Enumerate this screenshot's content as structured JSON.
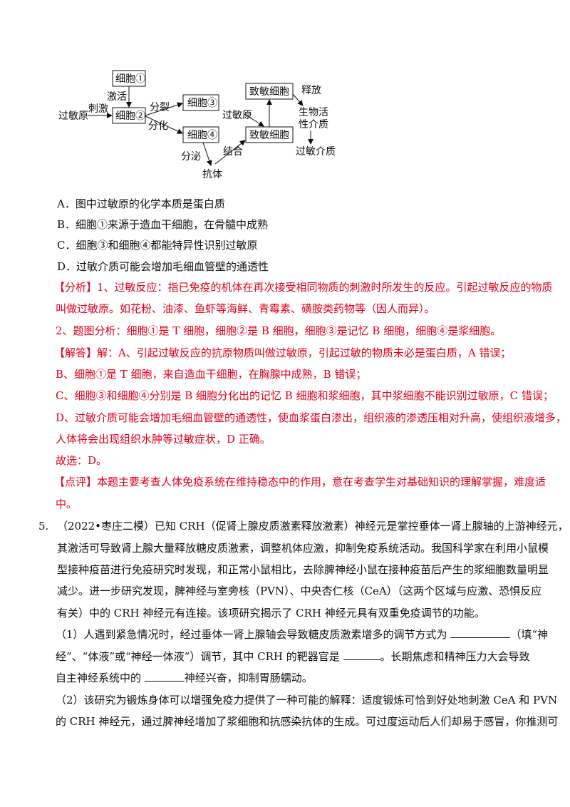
{
  "diagram": {
    "cell1": "细胞①",
    "cell2": "细胞②",
    "cell3": "细胞③",
    "cell4": "细胞④",
    "sensitized_top": "致敏细胞",
    "sensitized_bottom": "致敏细胞",
    "antigen_left": "过敏原",
    "antigen_mid": "过敏原",
    "stimulate": "刺激",
    "activate": "激活",
    "divide": "分裂",
    "differentiate": "分化",
    "secrete": "分泌",
    "bind": "结合",
    "antibody": "抗体",
    "release": "释放",
    "bio_active_1": "生物活",
    "bio_active_2": "性介质",
    "allergic_mediator": "过敏介质"
  },
  "options": {
    "A": "A．图中过敏原的化学本质是蛋白质",
    "B": "B．细胞①来源于造血干细胞，在骨髓中成熟",
    "C": "C．细胞③和细胞④都能特异性识别过敏原",
    "D": "D．过敏介质可能会增加毛细血管壁的通透性"
  },
  "analysis": {
    "l1": "【分析】1、过敏反应：指已免疫的机体在再次接受相同物质的刺激时所发生的反应。引起过敏反应的物质",
    "l2": "叫做过敏原。如花粉、油漆、鱼虾等海鲜、青霉素、磺胺类药物等（因人而异）。",
    "l3": "2、题图分析：细胞①是 T 细胞，细胞②是 B 细胞，细胞③是记忆 B 细胞，细胞④是浆细胞。",
    "l4": "【解答】解：A、引起过敏反应的抗原物质叫做过敏原，引起过敏的物质未必是蛋白质，A 错误；",
    "l5": "B、细胞①是 T 细胞，来自造血干细胞，在胸腺中成熟，B 错误；",
    "l6": "C、细胞③和细胞④分别是 B 细胞分化出的记忆 B 细胞和浆细胞，其中浆细胞不能识别过敏原，C 错误；",
    "l7": "D、过敏介质可能会增加毛细血管壁的通透性，使血浆蛋白渗出，组织液的渗透压相对升高，使组织液增多，",
    "l8": "人体将会出现组织水肿等过敏症状，D 正确。",
    "l9": "故选：D。",
    "l10": "【点评】本题主要考查人体免疫系统在维持稳态中的作用，意在考查学生对基础知识的理解掌握，难度适",
    "l11": "中。"
  },
  "q5": {
    "num": "5.",
    "l1": "（2022•枣庄二模）已知 CRH（促肾上腺皮质激素释放激素）神经元是掌控垂体一肾上腺轴的上游神经元，",
    "l2": "其激活可导致肾上腺大量释放糖皮质激素，调整机体应激，抑制免疫系统活动。我国科学家在利用小鼠模",
    "l3": "型接种疫苗进行免疫研究时发现，和正常小鼠相比，去除脾神经小鼠在接种疫苗后产生的浆细胞数量明显",
    "l4": "减少。进一步研究发现，脾神经与室旁核（PVN）、中央杏仁核（CeA）（这两个区域与应激、恐惧反应",
    "l5": "有关）中的 CRH 神经元有连接。该项研究揭示了 CRH 神经元具有双重免疫调节的功能。",
    "p1_a": "（1）人遇到紧急情况时，经过垂体一肾上腺轴会导致糖皮质激素增多的调节方式为 ",
    "p1_b": "（填“神",
    "p1_c": "经”、“体液”或“神经一体液”）调节，其中 CRH 的靶器官是 ",
    "p1_d": "。长期焦虑和精神压力大会导致",
    "p1_e": "自主神经系统中的 ",
    "p1_f": "神经兴奋，抑制胃肠蠕动。",
    "p2_a": "（2）该研究为锻炼身体可以增强免疫力提供了一种可能的解释：适度锻炼可恰到好处地刺激 CeA 和 PVN",
    "p2_b": "的 CRH 神经元，通过脾神经增加了浆细胞和抗感染抗体的生成。可过度运动后人们却易于感冒，你推测可"
  }
}
